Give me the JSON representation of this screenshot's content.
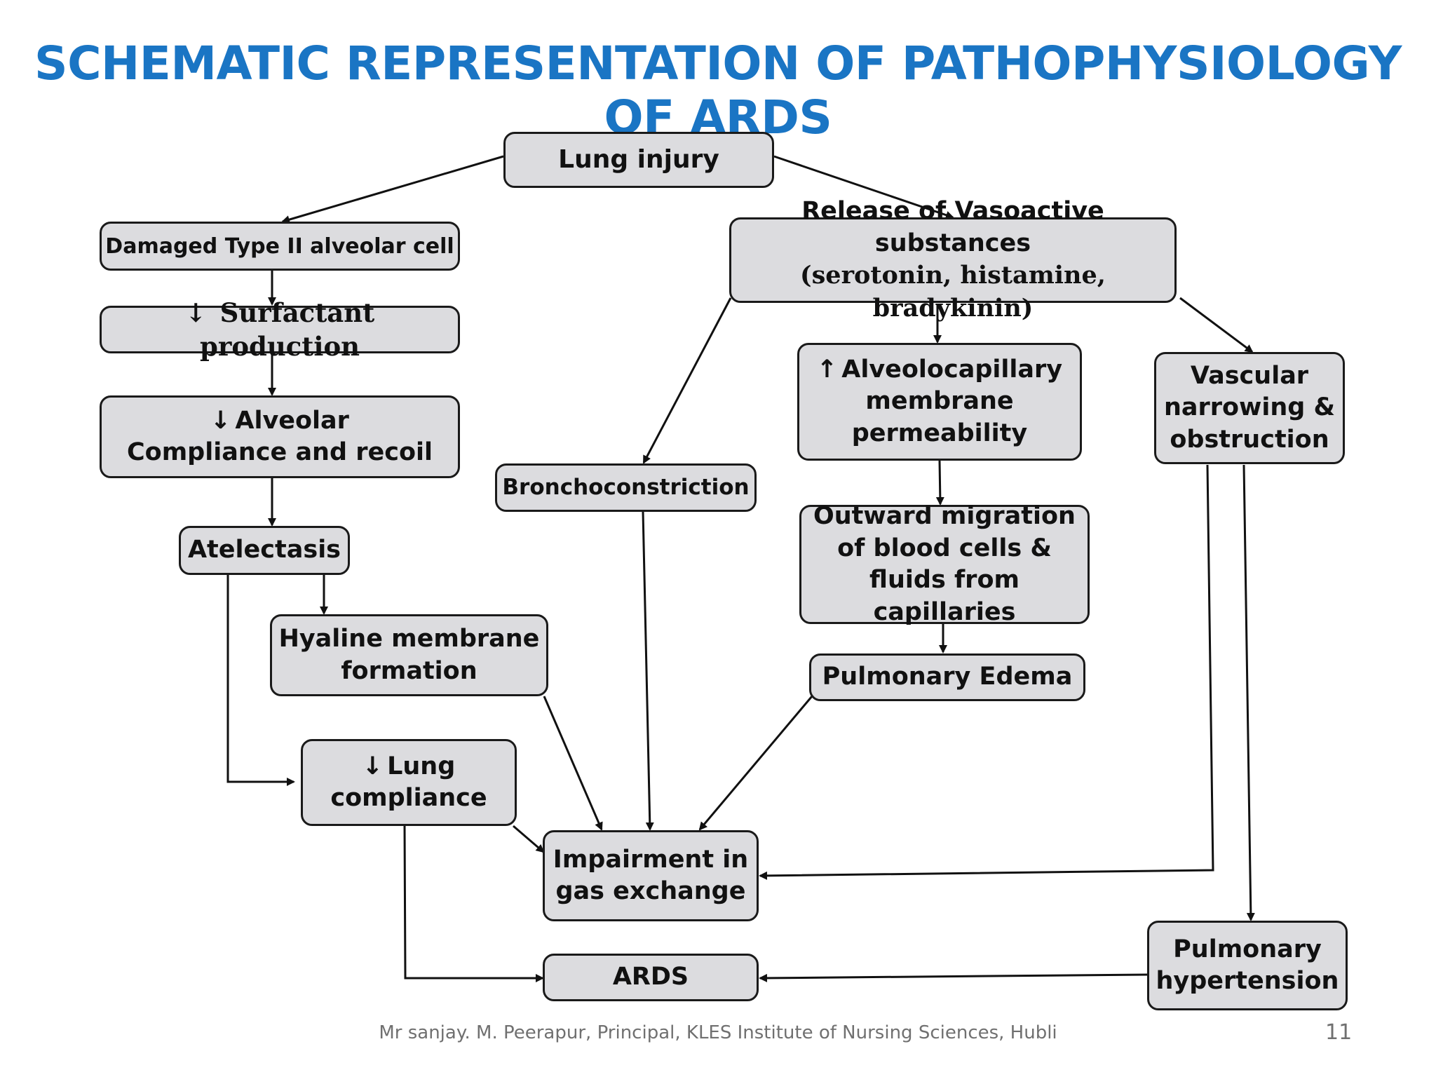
{
  "title": "SCHEMATIC REPRESENTATION OF PATHOPHYSIOLOGY OF ARDS",
  "arrows": {
    "down": "↓",
    "up": "↑"
  },
  "nodes": {
    "lung_injury": "Lung injury",
    "damaged_type2": "Damaged Type II alveolar cell",
    "surfactant": "Surfactant production",
    "alveolar_line1": "Alveolar",
    "alveolar_line2": "Compliance and recoil",
    "atelectasis": "Atelectasis",
    "hyaline_line1": "Hyaline membrane",
    "hyaline_line2": "formation",
    "lung_compliance_line1": "Lung",
    "lung_compliance_line2": "compliance",
    "release_line1": "Release of Vasoactive substances",
    "release_line2": "(serotonin, histamine, bradykinin)",
    "alveolocap_line1": "Alveolocapillary",
    "alveolocap_line2": "membrane",
    "alveolocap_line3": "permeability",
    "vascular_line1": "Vascular",
    "vascular_line2": "narrowing &",
    "vascular_line3": "obstruction",
    "bronchoconstriction": "Bronchoconstriction",
    "outward_line1": "Outward migration",
    "outward_line2": "of blood cells &",
    "outward_line3": "fluids from capillaries",
    "pulmonary_edema": "Pulmonary Edema",
    "impairment_line1": "Impairment in",
    "impairment_line2": "gas exchange",
    "ards": "ARDS",
    "pulm_htn_line1": "Pulmonary",
    "pulm_htn_line2": "hypertension"
  },
  "footer": "Mr sanjay. M. Peerapur, Principal, KLES Institute of Nursing Sciences, Hubli",
  "page_number": "11"
}
